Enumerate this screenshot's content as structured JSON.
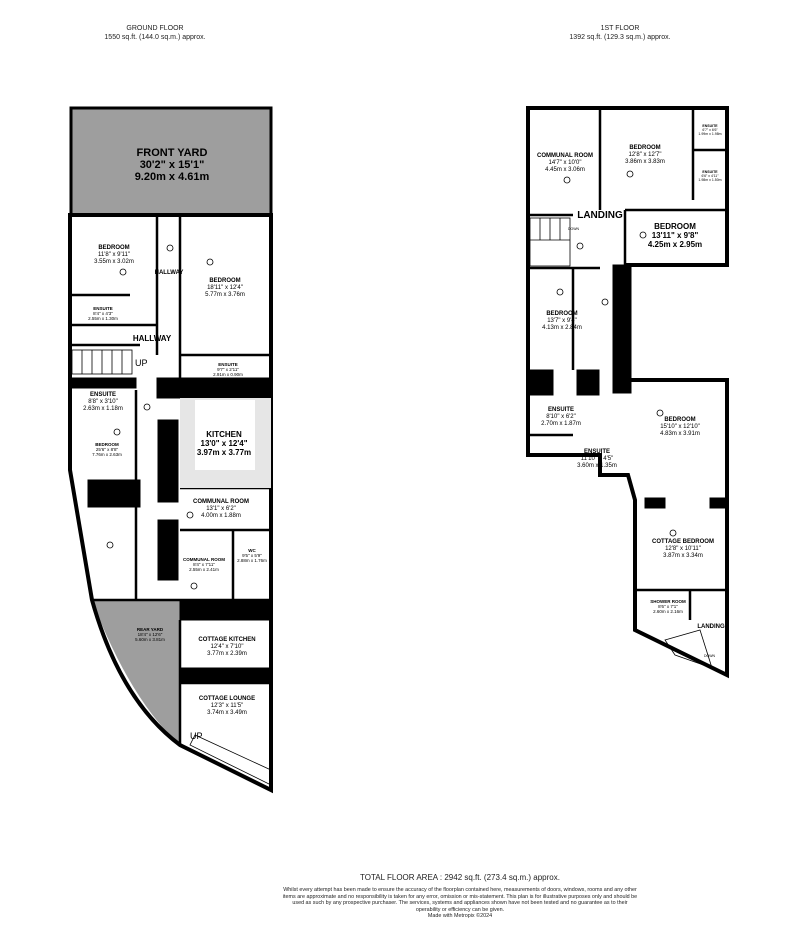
{
  "ground_floor": {
    "title": "GROUND FLOOR",
    "area": "1550 sq.ft. (144.0 sq.m.) approx.",
    "rooms": [
      {
        "name": "FRONT YARD",
        "imperial": "30'2\" x 15'1\"",
        "metric": "9.20m x 4.61m"
      },
      {
        "name": "BEDROOM",
        "imperial": "11'8\" x 9'11\"",
        "metric": "3.55m x 3.02m"
      },
      {
        "name": "HALLWAY"
      },
      {
        "name": "BEDROOM",
        "imperial": "18'11\" x 12'4\"",
        "metric": "5.77m x 3.76m"
      },
      {
        "name": "ENSUITE",
        "imperial": "8'4\" x 4'3\"",
        "metric": "2.55m x 1.30m"
      },
      {
        "name": "HALLWAY"
      },
      {
        "name": "ENSUITE",
        "imperial": "9'7\" x 2'11\"",
        "metric": "2.91m x 0.90m"
      },
      {
        "name": "ENSUITE",
        "imperial": "8'8\" x 3'10\"",
        "metric": "2.63m x 1.18m"
      },
      {
        "name": "KITCHEN",
        "imperial": "13'0\" x 12'4\"",
        "metric": "3.97m x 3.77m"
      },
      {
        "name": "BEDROOM",
        "imperial": "25'6\" x 8'8\"",
        "metric": "7.76m x 2.63m"
      },
      {
        "name": "COMMUNAL ROOM",
        "imperial": "13'1\" x 6'2\"",
        "metric": "4.00m x 1.88m"
      },
      {
        "name": "COMMUNAL ROOM",
        "imperial": "8'4\" x 7'11\"",
        "metric": "2.55m x 2.41m"
      },
      {
        "name": "WC",
        "imperial": "9'5\" x 5'9\"",
        "metric": "2.88m x 1.76m"
      },
      {
        "name": "REAR YARD",
        "imperial": "18'4\" x 12'6\"",
        "metric": "5.60m x 3.81m"
      },
      {
        "name": "COTTAGE KITCHEN",
        "imperial": "12'4\" x 7'10\"",
        "metric": "3.77m x 2.39m"
      },
      {
        "name": "COTTAGE LOUNGE",
        "imperial": "12'3\" x 11'5\"",
        "metric": "3.74m x 3.49m"
      }
    ],
    "stair_labels": [
      "UP",
      "UP"
    ]
  },
  "first_floor": {
    "title": "1ST FLOOR",
    "area": "1392 sq.ft. (129.3 sq.m.) approx.",
    "rooms": [
      {
        "name": "COMMUNAL ROOM",
        "imperial": "14'7\" x 10'0\"",
        "metric": "4.45m x 3.06m"
      },
      {
        "name": "BEDROOM",
        "imperial": "12'8\" x 12'7\"",
        "metric": "3.86m x 3.83m"
      },
      {
        "name": "ENSUITE",
        "imperial": "6'7\" x 6'6\"",
        "metric": "1.99m x 1.98m"
      },
      {
        "name": "ENSUITE",
        "imperial": "6'6\" x 4'11\"",
        "metric": "1.98m x 1.50m"
      },
      {
        "name": "LANDING"
      },
      {
        "name": "BEDROOM",
        "imperial": "13'11\" x 9'8\"",
        "metric": "4.25m x 2.95m"
      },
      {
        "name": "BEDROOM",
        "imperial": "13'7\" x 9'4\"",
        "metric": "4.13m x 2.84m"
      },
      {
        "name": "ENSUITE",
        "imperial": "8'10\" x 6'2\"",
        "metric": "2.70m x 1.87m"
      },
      {
        "name": "BEDROOM",
        "imperial": "15'10\" x 12'10\"",
        "metric": "4.83m x 3.91m"
      },
      {
        "name": "ENSUITE",
        "imperial": "11'10\" x 4'5\"",
        "metric": "3.60m x 1.35m"
      },
      {
        "name": "COTTAGE BEDROOM",
        "imperial": "12'8\" x 10'11\"",
        "metric": "3.87m x 3.34m"
      },
      {
        "name": "SHOWER ROOM",
        "imperial": "8'6\" x 7'1\"",
        "metric": "2.60m x 2.16m"
      },
      {
        "name": "LANDING"
      }
    ],
    "stair_labels": [
      "DOWN",
      "DOWN"
    ]
  },
  "footer": {
    "total": "TOTAL FLOOR AREA : 2942 sq.ft. (273.4 sq.m.) approx.",
    "disclaimer": "Whilst every attempt has been made to ensure the accuracy of the floorplan contained here, measurements of doors, windows, rooms and any other items are approximate and no responsibility is taken for any error, omission or mis-statement. This plan is for illustrative purposes only and should be used as such by any prospective purchaser. The services, systems and appliances shown have not been tested and no guarantee as to their operability or efficiency can be given.",
    "credit": "Made with Metropix ©2024"
  },
  "colors": {
    "wall": "#000000",
    "yard": "#9e9e9e",
    "floor": "#ffffff",
    "fitting": "#e6e6e6"
  }
}
